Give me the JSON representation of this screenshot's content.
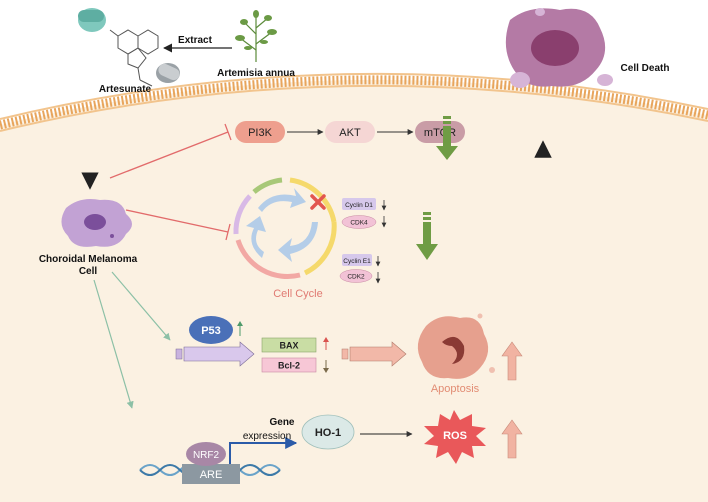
{
  "labels": {
    "extract": "Extract",
    "artesunate": "Artesunate",
    "artemisia": "Artemisia annua",
    "cell_death": "Cell Death",
    "pi3k": "PI3K",
    "akt": "AKT",
    "mtor": "mTOR",
    "cyclin_d1": "Cyclin D1",
    "cdk4": "CDK4",
    "cyclin_e1": "Cyclin E1",
    "cdk2": "CDK2",
    "cell_cycle": "Cell Cycle",
    "melanoma_line1": "Choroidal Melanoma",
    "melanoma_line2": "Cell",
    "p53": "P53",
    "bax": "BAX",
    "bcl2": "Bcl-2",
    "apoptosis": "Apoptosis",
    "gene": "Gene",
    "expression": "expression",
    "ho1": "HO-1",
    "ros": "ROS",
    "nrf2": "NRF2",
    "are": "ARE"
  },
  "colors": {
    "cytoplasm": "#fbf1e2",
    "membrane": "#e8a55c",
    "pi3k": "#ee9f8e",
    "akt": "#f5d6d4",
    "mtor": "#c99ca6",
    "cyclin_box": "#d6c8eb",
    "cdk_box": "#f2c2d6",
    "p53": "#4a70b8",
    "bax": "#c9dda4",
    "bcl2": "#f7c7d6",
    "ho1": "#dbe9e7",
    "ros": "#e9585a",
    "nrf2": "#a887a6",
    "are": "#8c98a1",
    "down_arrow": "#6f9c44",
    "up_arrow": "#f1b3a2",
    "inhibit": "#e26b6b",
    "cell_cycle_text": "#e07a72",
    "apoptosis_text": "#e28c73"
  },
  "icons": [
    "artesunate-capsule-icon",
    "molecule-structure-icon",
    "artemisia-plant-icon",
    "melanoma-cell-icon",
    "dying-cell-icon",
    "apoptotic-cell-icon",
    "dna-helix-icon",
    "cross-mark-icon"
  ]
}
